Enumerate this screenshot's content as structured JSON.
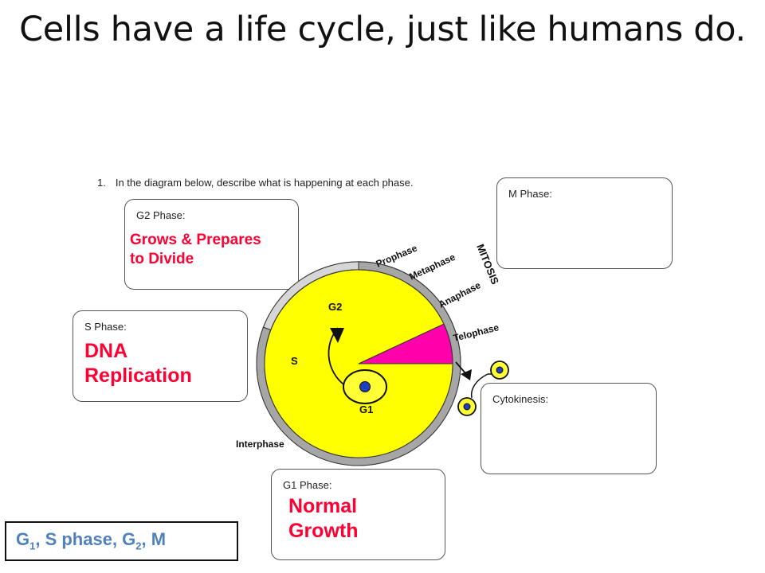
{
  "title": "Cells have a life cycle, just like humans do.",
  "question": {
    "number": "1.",
    "text": "In the diagram below, describe what is happening at each phase."
  },
  "boxes": {
    "g2": {
      "label": "G2 Phase:",
      "answer_line1": "Grows & Prepares",
      "answer_line2": "to Divide"
    },
    "m": {
      "label": "M Phase:"
    },
    "s": {
      "label": "S Phase:",
      "answer_line1": "DNA",
      "answer_line2": "Replication"
    },
    "cytokinesis": {
      "label": "Cytokinesis:"
    },
    "g1": {
      "label": "G1 Phase:",
      "answer_line1": "Normal",
      "answer_line2": "Growth"
    }
  },
  "cycle": {
    "segments": {
      "g2": "G2",
      "s": "S",
      "g1": "G1"
    },
    "interphase": "Interphase",
    "mitosis": "MITOSIS",
    "mitosis_phases": [
      "Prophase",
      "Metaphase",
      "Anaphase",
      "Telophase"
    ],
    "colors": {
      "interphase_dark": "#a6a6a6",
      "s_light": "#d6d6d6",
      "prophase": "#0000ff",
      "metaphase": "#00d000",
      "anaphase": "#ff00aa",
      "telophase": "#ffff00",
      "cell_body": "#ffff33",
      "nucleus": "#1f3fbf"
    }
  },
  "legend": {
    "g": "G",
    "sub1": "1",
    "middle": ", S phase, G",
    "sub2": "2",
    "end": ", M"
  }
}
